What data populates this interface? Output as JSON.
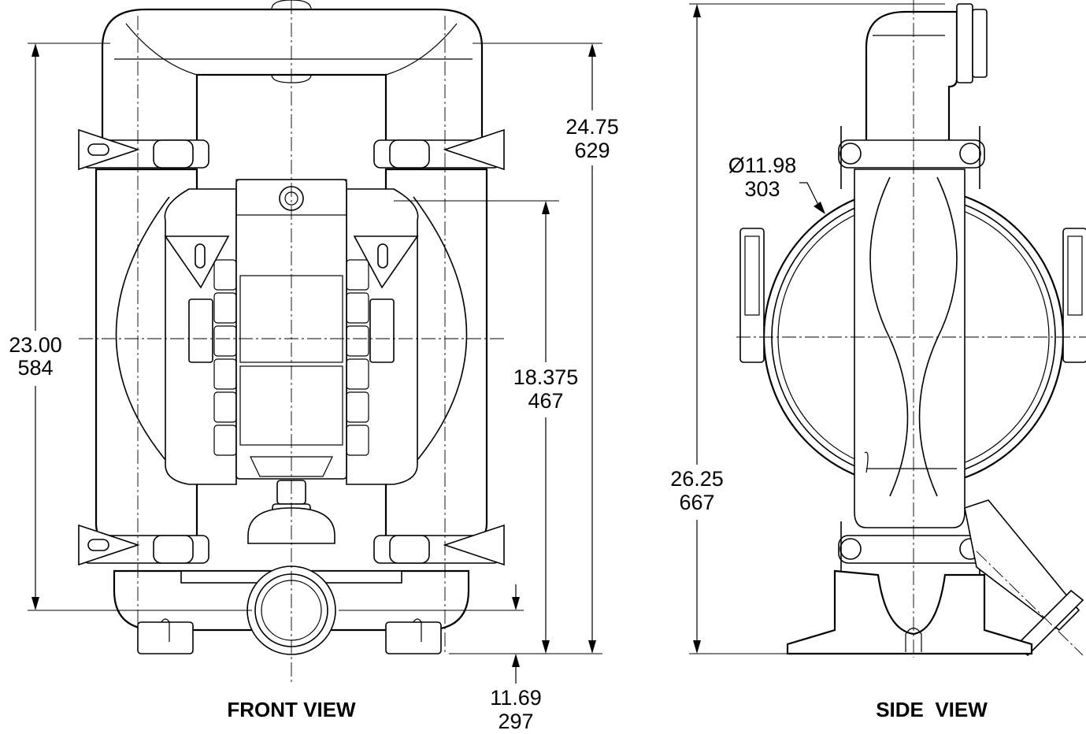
{
  "views": {
    "front": {
      "title": "FRONT VIEW"
    },
    "side": {
      "title": "SIDE  VIEW"
    }
  },
  "dimensions": {
    "front_overall_height": {
      "inch": "23.00",
      "mm": "584"
    },
    "front_top_height": {
      "inch": "24.75",
      "mm": "629"
    },
    "front_inner_height": {
      "inch": "18.375",
      "mm": "467"
    },
    "front_inlet_height": {
      "inch": "11.69",
      "mm": "297"
    },
    "side_overall_height": {
      "inch": "26.25",
      "mm": "667"
    },
    "side_diameter": {
      "inch": "Ø11.98",
      "mm": "303"
    }
  }
}
